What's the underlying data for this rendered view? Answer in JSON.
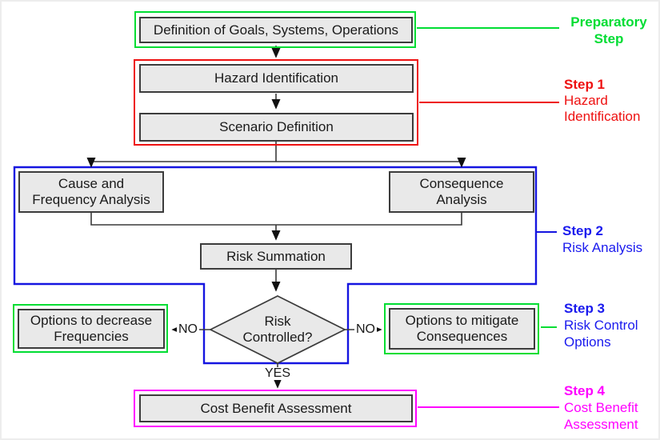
{
  "diagram": {
    "title_implicit": "Risk assessment process flowchart",
    "boxes": {
      "definition": "Definition of Goals, Systems, Operations",
      "hazard": "Hazard Identification",
      "scenario": "Scenario Definition",
      "cause": {
        "line1": "Cause and",
        "line2": "Frequency Analysis"
      },
      "consequence": {
        "line1": "Consequence",
        "line2": "Analysis"
      },
      "risk_summation": "Risk Summation",
      "decision": {
        "line1": "Risk",
        "line2": "Controlled?"
      },
      "options_frequencies": {
        "line1": "Options to decrease",
        "line2": "Frequencies"
      },
      "options_consequences": {
        "line1": "Options to mitigate",
        "line2": "Consequences"
      },
      "cost_benefit": "Cost Benefit Assessment"
    },
    "edge_labels": {
      "no_left": "NO",
      "no_right": "NO",
      "yes": "YES"
    },
    "step_labels": {
      "preparatory": {
        "line1": "Preparatory",
        "line2": "Step"
      },
      "step1": {
        "title": "Step 1",
        "line1": "Hazard",
        "line2": "Identification"
      },
      "step2": {
        "title": "Step 2",
        "line1": "Risk Analysis"
      },
      "step3": {
        "title": "Step 3",
        "line1": "Risk Control",
        "line2": "Options"
      },
      "step4": {
        "title": "Step 4",
        "line1": "Cost Benefit",
        "line2": "Assessment"
      }
    },
    "colors": {
      "green": "#00dd33",
      "red": "#ee1111",
      "blue": "#1a1aee",
      "magenta": "#ff00ff",
      "box_fill": "#e9e9e9",
      "box_border": "#3c3c3c",
      "line": "#3a3a3a"
    }
  }
}
